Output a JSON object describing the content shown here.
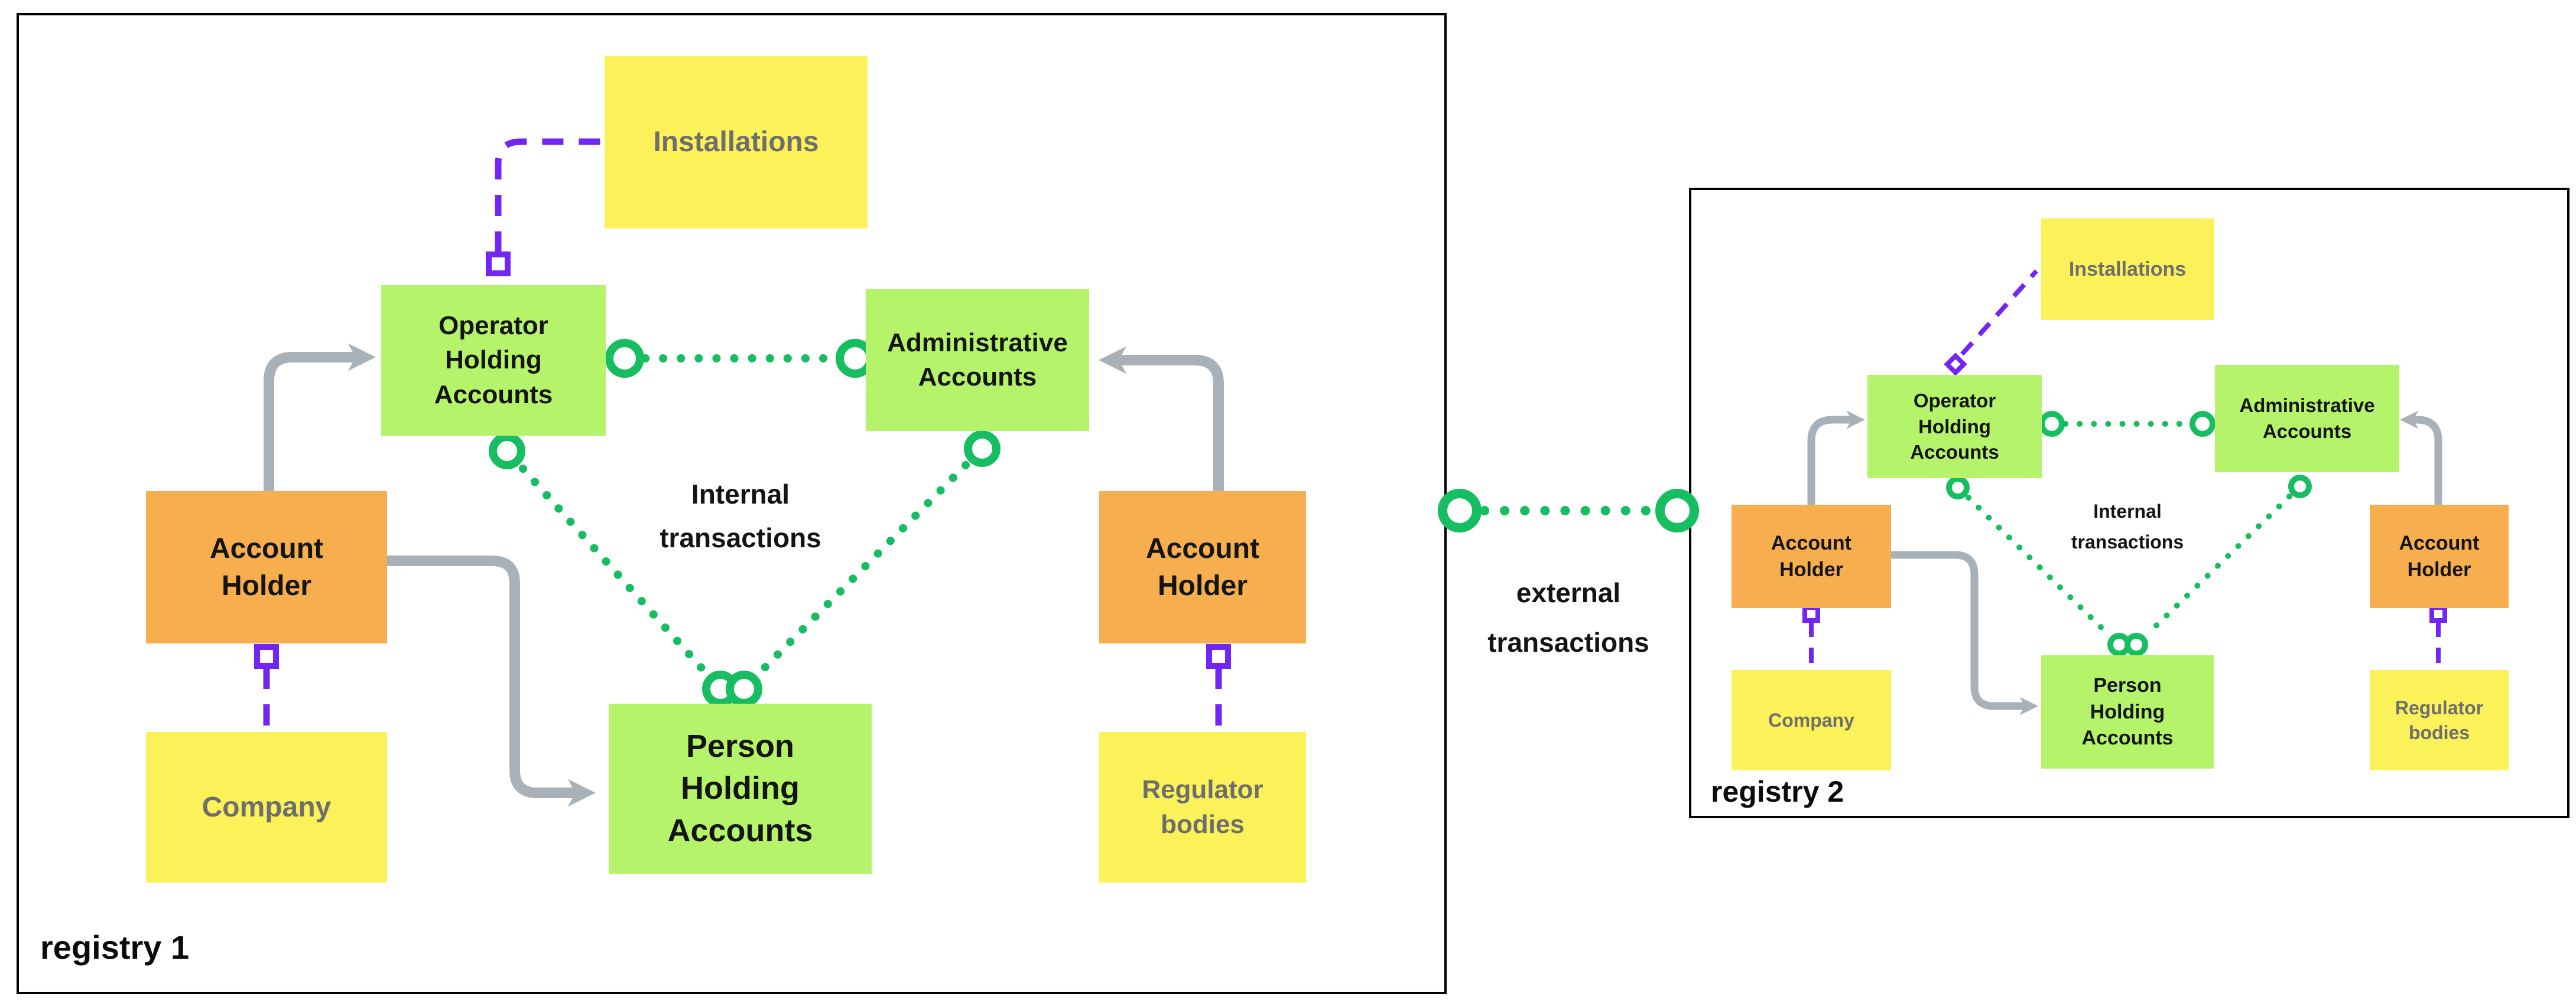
{
  "registry1": {
    "label": "registry 1",
    "installations": "Installations",
    "operator_holding": "Operator Holding Accounts",
    "administrative": "Administrative Accounts",
    "account_holder_left": "Account Holder",
    "account_holder_right": "Account Holder",
    "person_holding": "Person Holding Accounts",
    "company": "Company",
    "regulator_bodies": "Regulator bodies",
    "internal_transactions": "Internal transactions"
  },
  "registry2": {
    "label": "registry 2",
    "installations": "Installations",
    "operator_holding": "Operator Holding Accounts",
    "administrative": "Administrative Accounts",
    "account_holder_left": "Account Holder",
    "account_holder_right": "Account Holder",
    "person_holding": "Person Holding Accounts",
    "company": "Company",
    "regulator_bodies": "Regulator bodies",
    "internal_transactions": "Internal transactions"
  },
  "external_transactions": "external transactions",
  "colors": {
    "node_green": "#B5F36A",
    "node_yellow": "#FAF258",
    "node_orange": "#F7AE4E",
    "connector_gray": "#A9B1B8",
    "connector_green": "#17BD61",
    "connector_purple": "#7326F3",
    "muted_text_gray": "#6E6E6E",
    "text_black": "#141414",
    "frame_border": "#000000"
  }
}
